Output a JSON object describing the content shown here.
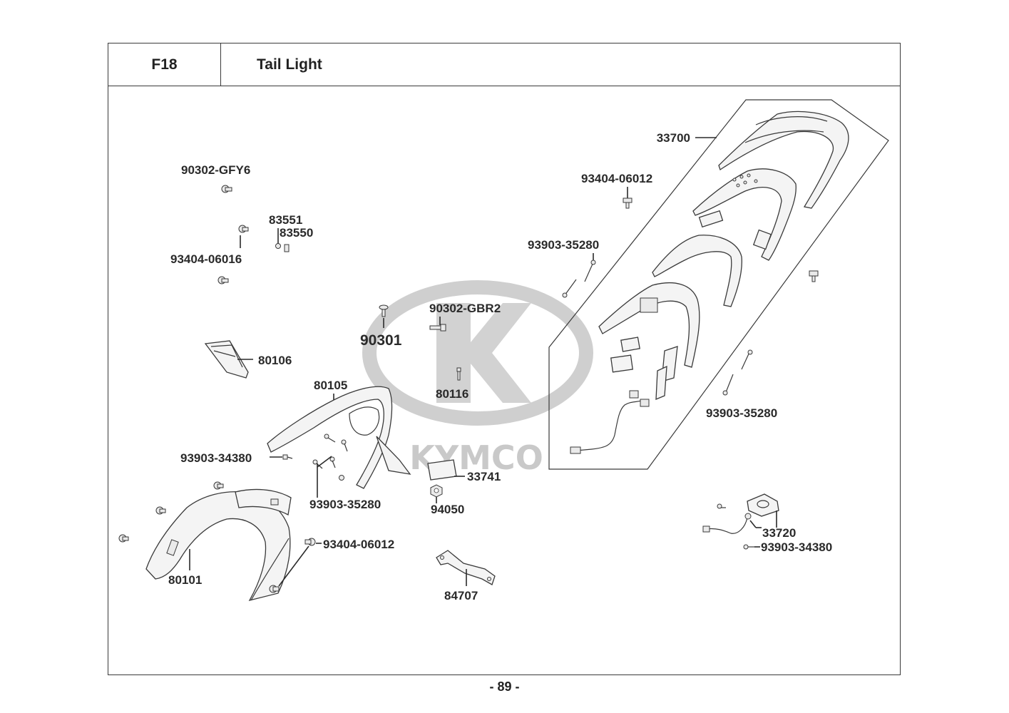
{
  "header": {
    "code": "F18",
    "title": "Tail Light"
  },
  "watermark": {
    "brand": "KYMCO"
  },
  "parts": {
    "p33700": "33700",
    "p93404_06012_top": "93404-06012",
    "p93903_35280_upper": "93903-35280",
    "p93903_35280_right": "93903-35280",
    "p90302_gfy6": "90302-GFY6",
    "p83551": "83551",
    "p83550": "83550",
    "p93404_06016": "93404-06016",
    "p90302_gbr2": "90302-GBR2",
    "p90301": "90301",
    "p80106": "80106",
    "p80105": "80105",
    "p80116": "80116",
    "p93903_34380_left": "93903-34380",
    "p93903_35280_lower": "93903-35280",
    "p33741": "33741",
    "p94050": "94050",
    "p93404_06012_bottom": "93404-06012",
    "p80101": "80101",
    "p84707": "84707",
    "p33720": "33720",
    "p93903_34380_right": "93903-34380"
  },
  "page_number": "- 89 -"
}
